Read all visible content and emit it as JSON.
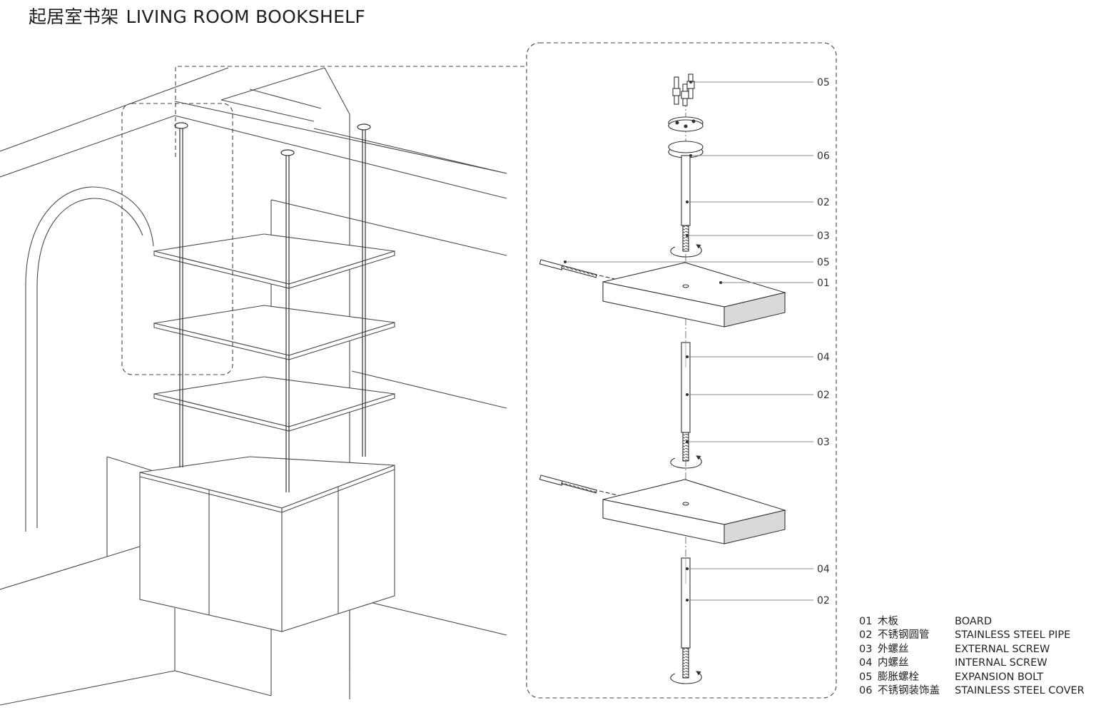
{
  "title": {
    "cn": "起居室书架",
    "en": "LIVING ROOM BOOKSHELF"
  },
  "callouts": {
    "c1": "05",
    "c2": "06",
    "c3": "02",
    "c4": "03",
    "c5": "05",
    "c6": "01",
    "c7": "04",
    "c8": "02",
    "c9": "03",
    "c10": "04",
    "c11": "02"
  },
  "legend": [
    {
      "code": "01",
      "cn": "木板",
      "en": "BOARD"
    },
    {
      "code": "02",
      "cn": "不锈钢圆管",
      "en": "STAINLESS STEEL PIPE"
    },
    {
      "code": "03",
      "cn": "外螺丝",
      "en": "EXTERNAL SCREW"
    },
    {
      "code": "04",
      "cn": "内螺丝",
      "en": "INTERNAL SCREW"
    },
    {
      "code": "05",
      "cn": "膨胀螺栓",
      "en": "EXPANSION BOLT"
    },
    {
      "code": "06",
      "cn": "不锈钢装饰盖",
      "en": "STAINLESS STEEL COVER"
    }
  ],
  "colors": {
    "line": "#3a3a3a",
    "leader": "#8a8a8a",
    "screw": "#555555"
  }
}
